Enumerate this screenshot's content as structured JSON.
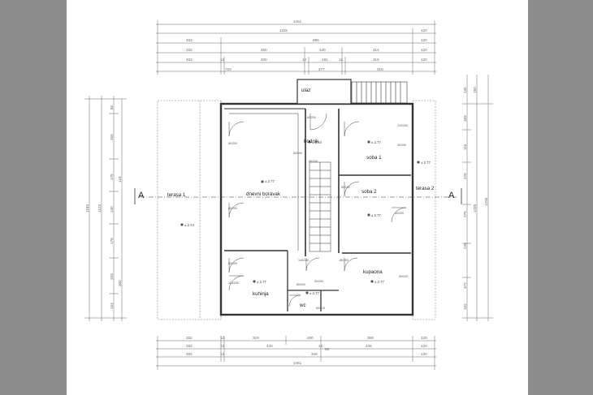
{
  "colors": {
    "background": "#8d8d8d",
    "sheet": "#ffffff",
    "line": "#333333",
    "dim_line": "#666666"
  },
  "rooms": {
    "ulaz": "ulaz",
    "hodnik": "hodnik",
    "dnevni": "dnevni boravak",
    "terasa1": "terasa 1",
    "terasa2": "terasa 2",
    "soba1": "soba 1",
    "soba2": "soba 2",
    "kuhinja": "kuhinja",
    "wc": "wc",
    "kupaona": "kupaona"
  },
  "levels": {
    "dnevni": "± 2.77",
    "hodnik": "± 2.84",
    "soba1": "± 2.77",
    "terasa2": "± 2.77",
    "soba2": "± 2.77",
    "terasa1": "± 2.74",
    "kuhinja": "± 2.77",
    "wc": "± 2.77",
    "kupaona": "± 2.77"
  },
  "section_marks": {
    "left": "A",
    "right": "A"
  },
  "top_dims": {
    "r1": [
      "1451"
    ],
    "r2": [
      "1331",
      "120"
    ],
    "r3": [
      "332",
      "886",
      "120"
    ],
    "r4": [
      "332",
      "450",
      "130",
      "414",
      "120"
    ],
    "r5": [
      "332",
      "12",
      "400",
      "12",
      "181",
      "12",
      "316",
      "120"
    ],
    "r6": [
      "720",
      "277",
      "319"
    ]
  },
  "bottom_dims": {
    "r1": [
      "332",
      "12",
      "319",
      "200",
      "369",
      "120"
    ],
    "r2": [
      "332",
      "12",
      "440",
      "12",
      "446",
      "120"
    ],
    "r3": [
      "332",
      "12",
      "326",
      "55",
      "120"
    ],
    "r4": [
      "1451"
    ]
  },
  "left_dims": {
    "c1": [
      "1183"
    ],
    "c2": [
      "1123"
    ],
    "c3": [
      "80",
      "250",
      "175",
      "140",
      "176",
      "203",
      "154"
    ],
    "c4": [
      "124",
      "300"
    ]
  },
  "right_dims": {
    "c1": [
      "145",
      "183",
      "110",
      "225",
      "276",
      "226",
      "372",
      "152"
    ],
    "c2": [
      "150",
      "1283"
    ],
    "c3": [
      "1290"
    ]
  },
  "door_tags": [
    "80/200",
    "80/200",
    "80/200",
    "80/200",
    "90/200",
    "80/200",
    "80/200",
    "60/200",
    "80/200",
    "110/200",
    "140/200",
    "80/200",
    "90/200",
    "90/200",
    "80/200",
    "60/210",
    "210/200"
  ]
}
